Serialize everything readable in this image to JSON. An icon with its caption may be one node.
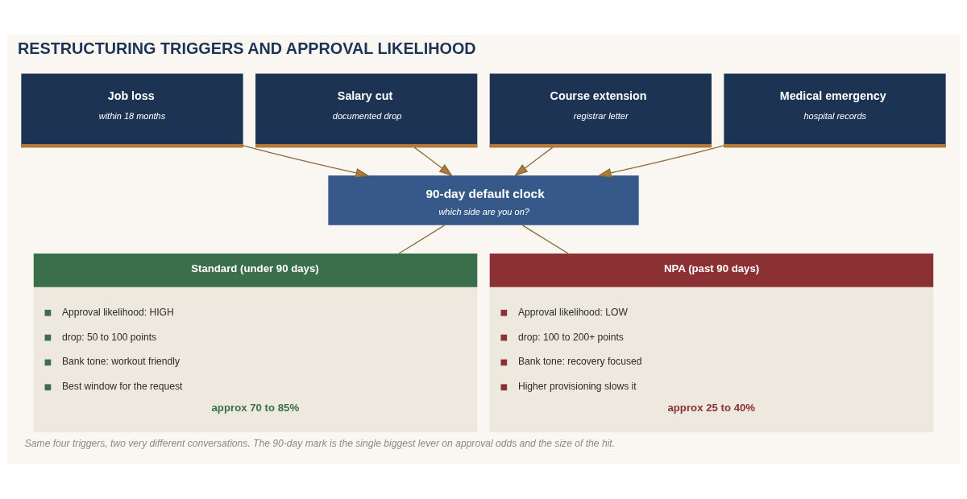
{
  "diagram": {
    "title": "RESTRUCTURING TRIGGERS AND APPROVAL LIKELIHOOD",
    "caption": "Same four triggers, two very different conversations. The 90-day mark is the single biggest lever on approval odds and the size of the hit.",
    "nodes": [
      {
        "text": [
          "Job loss",
          "within 18 months"
        ]
      },
      {
        "text": [
          "Salary cut",
          "documented drop"
        ]
      },
      {
        "text": [
          "Course extension",
          "registrar letter"
        ]
      },
      {
        "text": [
          "Medical emergency",
          "hospital records"
        ]
      },
      {
        "text": [
          "90-day default clock",
          "which side are you on?"
        ]
      },
      {
        "text": [
          "Standard (under 90 days)",
          "Approval likelihood: HIGH",
          "drop: 50 to 100 points",
          "Bank tone: workout friendly",
          "Best window for the request",
          "approx 70 to 85%"
        ]
      },
      {
        "text": [
          "NPA (past 90 days)",
          "Approval likelihood: LOW",
          "drop: 100 to 200+ points",
          "Bank tone: recovery focused",
          "Higher provisioning slows it",
          "approx 25 to 40%"
        ]
      }
    ],
    "edges": [
      {
        "from": 0,
        "to": 4,
        "arrow": "to"
      },
      {
        "from": 1,
        "to": 4,
        "arrow": "to"
      },
      {
        "from": 2,
        "to": 4,
        "arrow": "to"
      },
      {
        "from": 3,
        "to": 4,
        "arrow": "to"
      },
      {
        "from": 4,
        "to": 5,
        "arrow": "none"
      },
      {
        "from": 4,
        "to": 6,
        "arrow": "none"
      }
    ]
  }
}
